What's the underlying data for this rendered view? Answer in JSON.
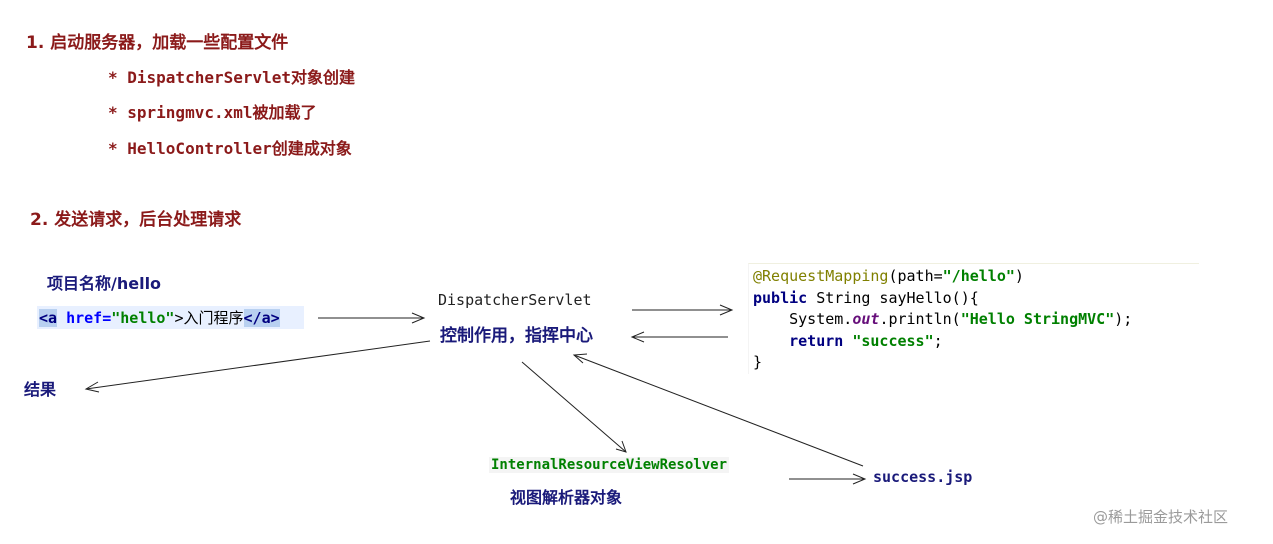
{
  "steps": {
    "step1": "1. 启动服务器，加载一些配置文件",
    "step1_items": [
      {
        "mark": "* ",
        "code": "DispatcherServlet",
        "text": "对象创建"
      },
      {
        "mark": "* ",
        "code": "springmvc.xml",
        "text": "被加载了"
      },
      {
        "mark": "* ",
        "code": "HelloController",
        "text": "创建成对象"
      }
    ],
    "step2": "2. 发送请求，后台处理请求"
  },
  "diagram": {
    "project_label": "项目名称/hello",
    "link": {
      "open_tag": "<a",
      "attr": " href=",
      "value": "\"hello\"",
      "gt": ">",
      "text": "入门程序",
      "close_tag": "</a>"
    },
    "dispatcher": "DispatcherServlet",
    "dispatcher_role": "控制作用，指挥中心",
    "result": "结果",
    "resolver": "InternalResourceViewResolver",
    "resolver_desc": "视图解析器对象",
    "success_jsp": "success.jsp",
    "code": {
      "l1_ann": "@RequestMapping",
      "l1_open": "(path=",
      "l1_str": "\"/hello\"",
      "l1_close": ")",
      "l2_kw": "public",
      "l2_rest": " String sayHello(){",
      "l3_pre": "    System.",
      "l3_ital": "out",
      "l3_mid": ".println(",
      "l3_str": "\"Hello StringMVC\"",
      "l3_end": ");",
      "l4_pre": "    ",
      "l4_kw": "return",
      "l4_sp": " ",
      "l4_str": "\"success\"",
      "l4_end": ";",
      "l5": "}"
    }
  },
  "watermark": "@稀土掘金技术社区"
}
